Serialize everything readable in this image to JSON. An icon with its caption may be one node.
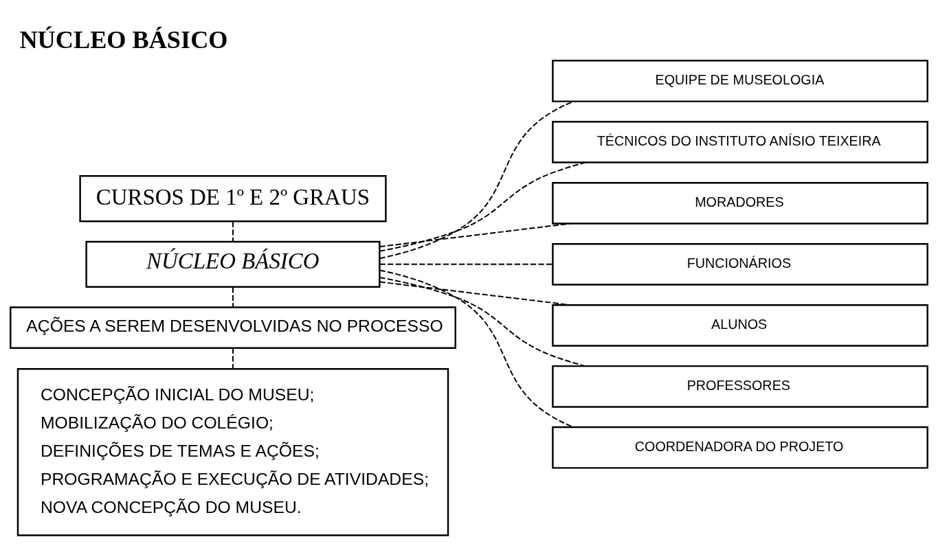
{
  "diagram": {
    "title": "NÚCLEO BÁSICO",
    "nodes": [
      {
        "text": [
          "CURSOS DE 1º E 2º GRAUS"
        ]
      },
      {
        "text": [
          "NÚCLEO BÁSICO"
        ]
      },
      {
        "text": [
          "AÇÕES A SEREM DESENVOLVIDAS NO PROCESSO"
        ]
      },
      {
        "text": [
          "CONCEPÇÃO INICIAL DO MUSEU;",
          "MOBILIZAÇÃO DO COLÉGIO;",
          "DEFINIÇÕES DE TEMAS E AÇÕES;",
          "PROGRAMAÇÃO E EXECUÇÃO DE ATIVIDADES;",
          "NOVA CONCEPÇÃO DO MUSEU."
        ]
      },
      {
        "text": [
          "EQUIPE DE MUSEOLOGIA"
        ]
      },
      {
        "text": [
          "TÉCNICOS DO INSTITUTO ANÍSIO TEIXEIRA"
        ]
      },
      {
        "text": [
          "MORADORES"
        ]
      },
      {
        "text": [
          "FUNCIONÁRIOS"
        ]
      },
      {
        "text": [
          "ALUNOS"
        ]
      },
      {
        "text": [
          "PROFESSORES"
        ]
      },
      {
        "text": [
          "COORDENADORA DO PROJETO"
        ]
      }
    ],
    "edges": [
      {
        "from": 0,
        "to": 1,
        "arrow": "none",
        "style": "dashed"
      },
      {
        "from": 1,
        "to": 2,
        "arrow": "none",
        "style": "dashed"
      },
      {
        "from": 2,
        "to": 3,
        "arrow": "none",
        "style": "dashed"
      },
      {
        "from": 1,
        "to": 4,
        "arrow": "none",
        "style": "dashed"
      },
      {
        "from": 1,
        "to": 5,
        "arrow": "none",
        "style": "dashed"
      },
      {
        "from": 1,
        "to": 6,
        "arrow": "none",
        "style": "dashed"
      },
      {
        "from": 1,
        "to": 7,
        "arrow": "none",
        "style": "dashed"
      },
      {
        "from": 1,
        "to": 8,
        "arrow": "none",
        "style": "dashed"
      },
      {
        "from": 1,
        "to": 9,
        "arrow": "none",
        "style": "dashed"
      },
      {
        "from": 1,
        "to": 10,
        "arrow": "none",
        "style": "dashed"
      }
    ]
  }
}
